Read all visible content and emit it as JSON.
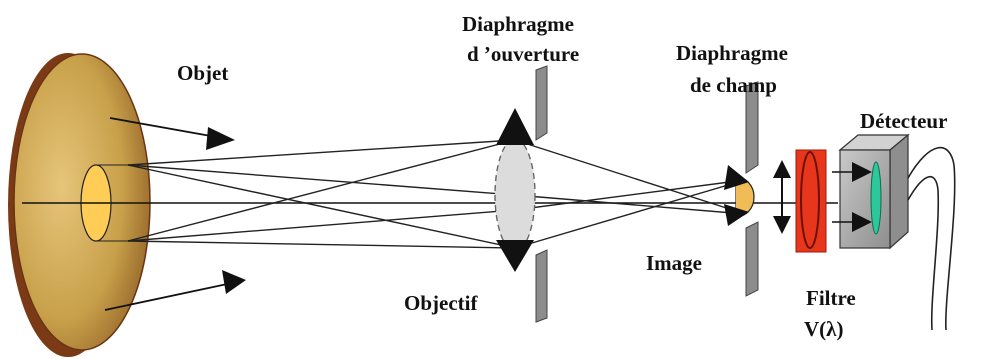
{
  "labels": {
    "objet": "Objet",
    "diaphragme_ouverture_line1": "Diaphragme",
    "diaphragme_ouverture_line2": "d ’ouverture",
    "diaphragme_champ_line1": "Diaphragme",
    "diaphragme_champ_line2": "de champ",
    "detecteur": "Détecteur",
    "image": "Image",
    "objectif": "Objectif",
    "filtre_line1": "Filtre",
    "filtre_line2": "V(λ)"
  },
  "colors": {
    "object_disc": "#c8a04a",
    "object_rim": "#7a3a16",
    "object_center": "#ffcc55",
    "lens": "#dcdcdc",
    "diaphragm": "#8c8c8c",
    "filter": "#e8361c",
    "detector_box": "#a8a8a8",
    "detector_element": "#2ec79a",
    "image_spot": "#f1bc55"
  }
}
